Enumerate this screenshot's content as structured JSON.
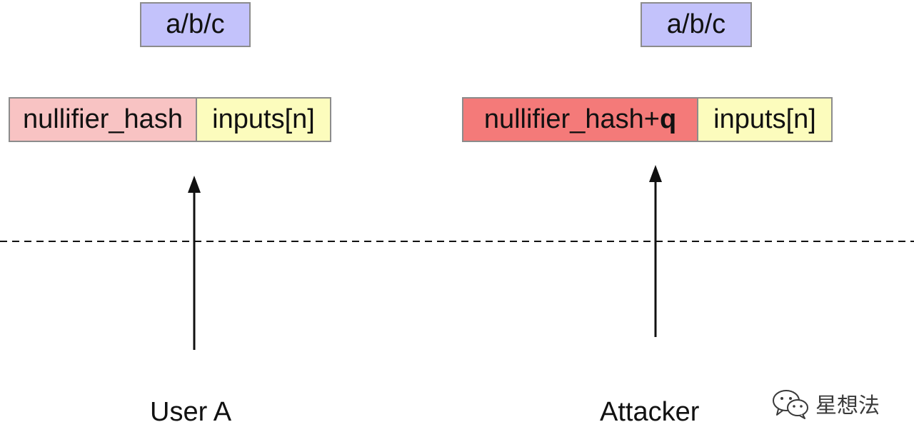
{
  "left": {
    "proof_label": "a/b/c",
    "nullifier_label": "nullifier_hash",
    "inputs_label": "inputs[n]",
    "actor_label": "User A"
  },
  "right": {
    "proof_label": "a/b/c",
    "nullifier_label": "nullifier_hash+",
    "nullifier_suffix": "q",
    "inputs_label": "inputs[n]",
    "actor_label": "Attacker"
  },
  "watermark": {
    "text": "星想法",
    "icon": "wechat-icon"
  },
  "colors": {
    "proof_box": "#c3c2fb",
    "nullifier_user": "#f8c3c3",
    "nullifier_attacker": "#f47a79",
    "inputs_box": "#fcfcbd",
    "border": "#8c8c8c"
  }
}
